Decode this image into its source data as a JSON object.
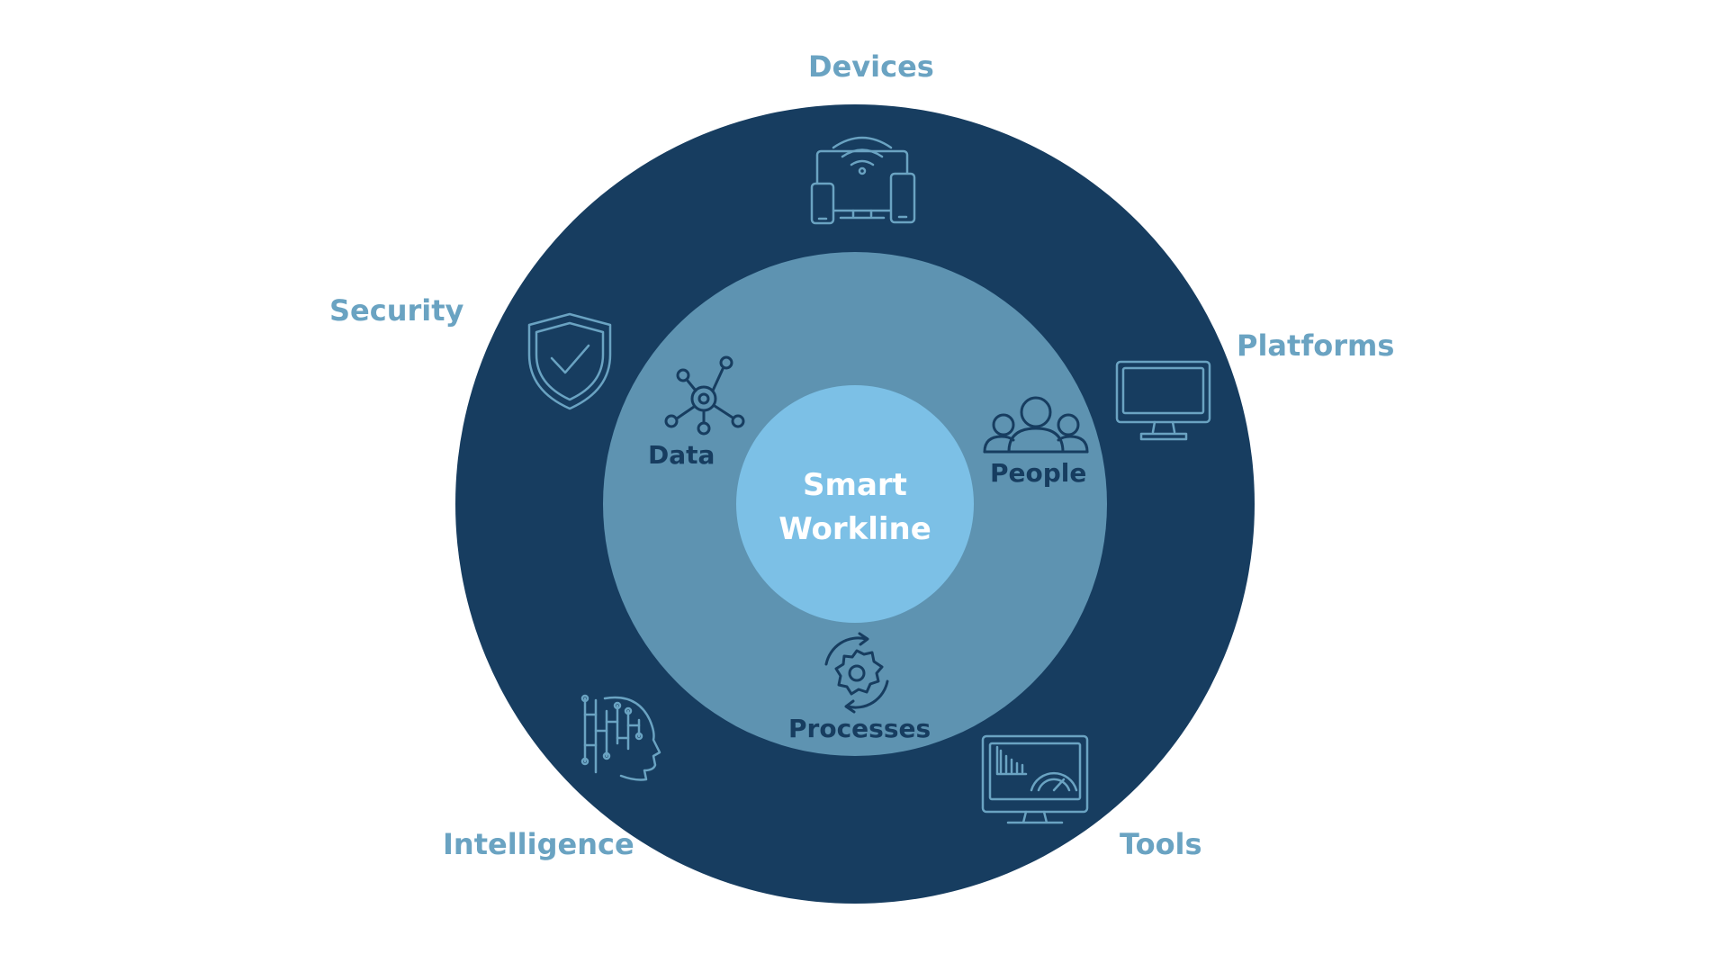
{
  "center": {
    "line1": "Smart",
    "line2": "Workline"
  },
  "inner_ring": [
    {
      "id": "data",
      "label": "Data",
      "icon": "network-node-icon"
    },
    {
      "id": "people",
      "label": "People",
      "icon": "people-group-icon"
    },
    {
      "id": "processes",
      "label": "Processes",
      "icon": "gear-cycle-icon"
    }
  ],
  "outer_ring": [
    {
      "id": "devices",
      "label": "Devices",
      "icon": "devices-wifi-icon"
    },
    {
      "id": "platforms",
      "label": "Platforms",
      "icon": "monitor-icon"
    },
    {
      "id": "tools",
      "label": "Tools",
      "icon": "dashboard-monitor-icon"
    },
    {
      "id": "intelligence",
      "label": "Intelligence",
      "icon": "ai-head-icon"
    },
    {
      "id": "security",
      "label": "Security",
      "icon": "shield-check-icon"
    }
  ],
  "colors": {
    "outer_circle": "#173d60",
    "middle_circle": "#5e93b1",
    "center_circle": "#7cc0e6",
    "outer_label": "#6aa3c2",
    "inner_label": "#173d60",
    "outer_icon_stroke": "#6aa3c2",
    "inner_icon_stroke": "#173d60",
    "center_text": "#ffffff"
  }
}
